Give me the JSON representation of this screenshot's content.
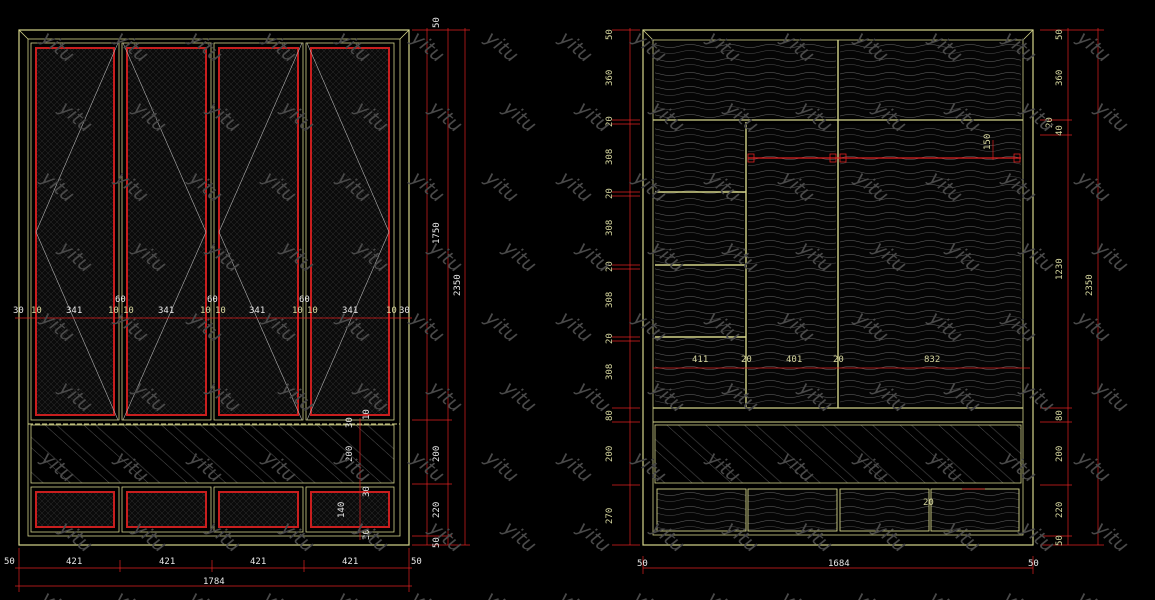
{
  "colors": {
    "background": "#000000",
    "outline": "#d4d48a",
    "dimension_line": "#e02020",
    "door_frame": "#c81e1e",
    "hatch": "#8a8a8a",
    "watermark": "#4a4a4a"
  },
  "watermark": "yitu",
  "front_view": {
    "top_dims": [
      "30",
      "10",
      "341",
      "10",
      "60",
      "10",
      "341",
      "10",
      "60",
      "10",
      "341",
      "10",
      "60",
      "10",
      "341",
      "10",
      "30"
    ],
    "bottom_dims": [
      "50",
      "421",
      "421",
      "421",
      "421",
      "50"
    ],
    "overall_width": "1784",
    "right_inner_dims": [
      "10",
      "30",
      "200",
      "30",
      "140",
      "30"
    ],
    "right_dims": [
      "50",
      "1750",
      "200",
      "220",
      "50"
    ],
    "overall_height": "2350"
  },
  "interior_view": {
    "left_dims": [
      "50",
      "360",
      "20",
      "308",
      "20",
      "308",
      "20",
      "308",
      "20",
      "308",
      "80",
      "200",
      "270"
    ],
    "width_dims": [
      "411",
      "20",
      "401",
      "20",
      "832"
    ],
    "rail_dims": [
      "150",
      "20"
    ],
    "bottom_dims": [
      "50",
      "1684",
      "50"
    ],
    "right_inner_dims": [
      "50",
      "360",
      "20",
      "40",
      "1230",
      "80",
      "200",
      "220",
      "50"
    ],
    "overall_height": "2350"
  }
}
